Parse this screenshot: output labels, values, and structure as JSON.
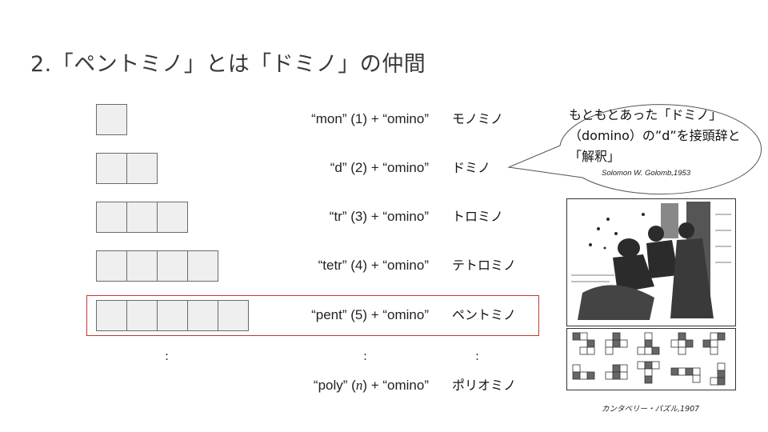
{
  "slide": {
    "title": "2.「ペントミノ」とは「ドミノ」の仲間"
  },
  "rows": [
    {
      "cells": 1,
      "formula": "“mon” (1) + “omino”",
      "name": "モノミノ"
    },
    {
      "cells": 2,
      "formula": "“d” (2) + “omino”",
      "name": "ドミノ"
    },
    {
      "cells": 3,
      "formula": "“tr” (3) + “omino”",
      "name": "トロミノ"
    },
    {
      "cells": 4,
      "formula": "“tetr” (4) + “omino”",
      "name": "テトロミノ"
    },
    {
      "cells": 5,
      "formula": "“pent” (5) + “omino”",
      "name": "ペントミノ"
    }
  ],
  "ellipsis": {
    "left": ":",
    "middle": ":",
    "right": ":"
  },
  "poly_row": {
    "formula_prefix": "“poly” (",
    "formula_var": "n",
    "formula_suffix": ") + “omino”",
    "name": "ポリオミノ"
  },
  "bubble": {
    "line1": "もともとあった「ドミノ」",
    "line2": "（domino）の”d”を接頭辞と",
    "line3": "「解釈」",
    "credit": "Solomon W. Golomb,1953"
  },
  "image": {
    "caption": "カンタベリー・パズル,1907"
  },
  "colors": {
    "cell_fill": "#efefef",
    "cell_border": "#6b6b6b",
    "highlight_border": "#c0392b"
  }
}
